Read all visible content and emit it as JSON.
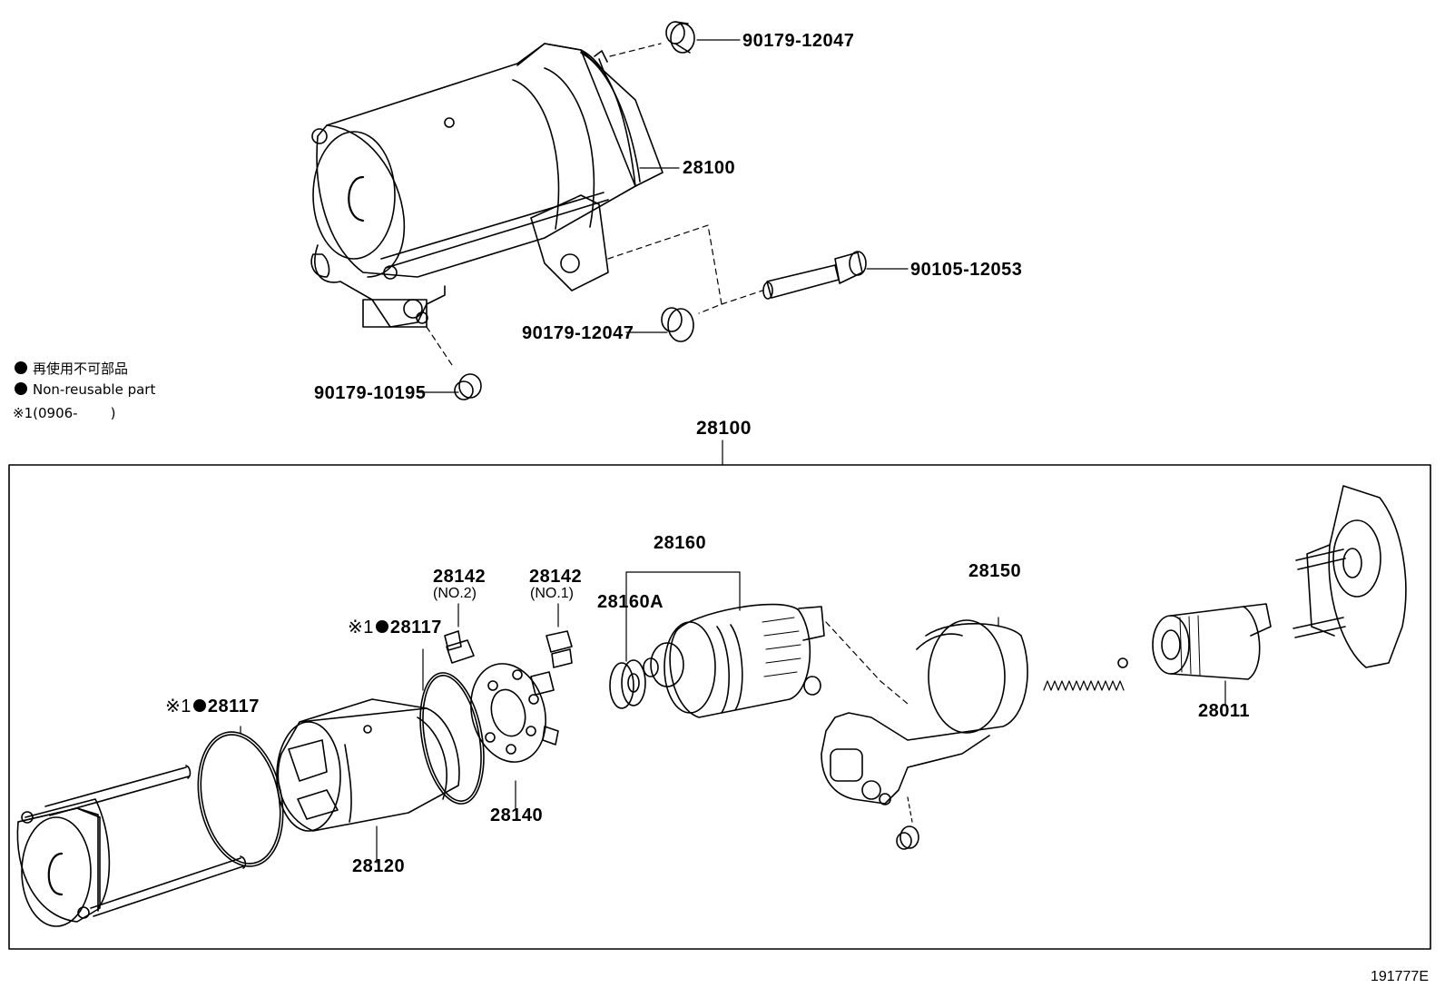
{
  "legend": {
    "line1": "再使用不可部品",
    "line2": "Non-reusable part",
    "note_mark": "※1",
    "note_range": "(0906-",
    "note_close": ")"
  },
  "top_labels": {
    "nut_top": "90179-12047",
    "starter_assy": "28100",
    "bolt": "90105-12053",
    "nut_mid": "90179-12047",
    "nut_terminal": "90179-10195"
  },
  "box_title": "28100",
  "parts": {
    "o_ring_inner_mark": "※1",
    "o_ring_inner": "28117",
    "o_ring_outer_mark": "※1",
    "o_ring_outer": "28117",
    "yoke": "28120",
    "brush_holder": "28140",
    "brush_no2": "28142",
    "brush_no2_sub": "(NO.2)",
    "brush_no1": "28142",
    "brush_no1_sub": "(NO.1)",
    "armature": "28160",
    "bearing": "28160A",
    "magnetic_switch": "28150",
    "clutch": "28011"
  },
  "illustration_code": "191777E"
}
